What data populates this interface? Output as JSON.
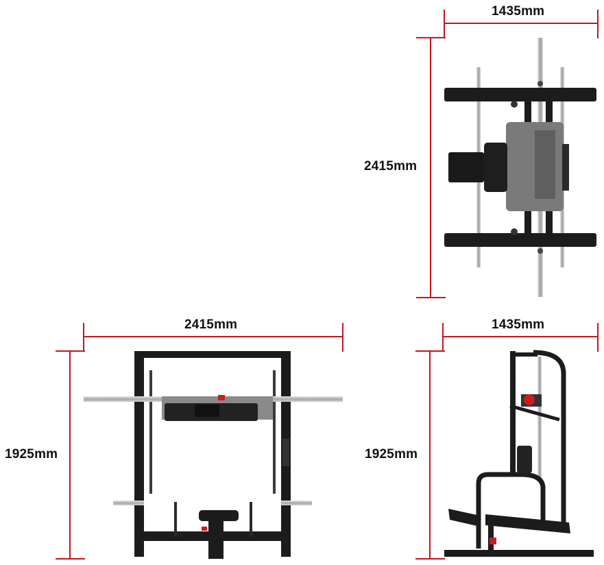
{
  "labels": {
    "top_width": "1435mm",
    "top_length": "2415mm",
    "front_width": "2415mm",
    "front_height": "1925mm",
    "side_width": "1435mm",
    "side_height": "1925mm"
  },
  "colors": {
    "dimension_line": "#c8141e",
    "frame": "#1c1c1c",
    "plate": "#7a7a7a",
    "bar": "#b9b9b9",
    "accent": "#c81e1e"
  },
  "views": [
    "top-view",
    "front-view",
    "side-view"
  ]
}
